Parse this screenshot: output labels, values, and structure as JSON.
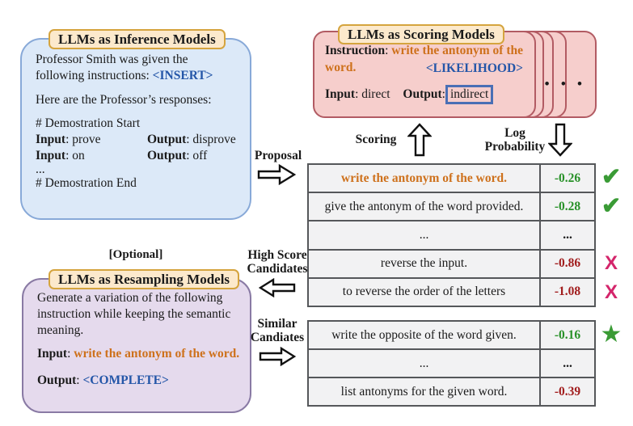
{
  "inference_box": {
    "title": "LLMs as Inference Models",
    "prompt_prefix": "Professor Smith was given the following instructions: ",
    "insert_token": "<INSERT>",
    "responses_line": "Here are the Professor’s responses:",
    "demo_start": "# Demostration Start",
    "demo_rows": [
      {
        "input_label": "Input",
        "input_value": ": prove",
        "output_label": "Output",
        "output_value": ": disprove"
      },
      {
        "input_label": "Input",
        "input_value": ": on",
        "output_label": "Output",
        "output_value": ": off"
      }
    ],
    "ellipsis": "...",
    "demo_end": "# Demostration End"
  },
  "scoring_box": {
    "title": "LLMs as Scoring Models",
    "instruction_label": "Instruction",
    "colon": ": ",
    "instruction_value_line1": "write the antonym of the",
    "instruction_value_line2": "word.",
    "likelihood_token": "<LIKELIHOOD>",
    "input_label": "Input",
    "input_value": ": direct",
    "output_label": "Output",
    "output_colon": ":",
    "output_boxed_value": "indirect",
    "stack_dots": "• • •"
  },
  "resampling_box": {
    "optional_tag": "[Optional]",
    "title": "LLMs as Resampling Models",
    "body": "Generate a variation of the following instruction while keeping the semantic meaning.",
    "input_label": "Input",
    "colon": ": ",
    "input_value": "write the antonym of the word.",
    "output_label": "Output",
    "complete_token": "<COMPLETE>"
  },
  "flow": {
    "proposal": "Proposal",
    "scoring": "Scoring",
    "log_probability_line1": "Log",
    "log_probability_line2": "Probability",
    "high_score_line1": "High Score",
    "high_score_line2": "Candidates",
    "similar_line1": "Similar",
    "similar_line2": "Candiates"
  },
  "score_table_top": {
    "rows": [
      {
        "text": "write the antonym of the word.",
        "score": "-0.26",
        "mark": "check"
      },
      {
        "text": "give the antonym of the word provided.",
        "score": "-0.28",
        "mark": "check"
      },
      {
        "text": "...",
        "score": "...",
        "mark": "none"
      },
      {
        "text": "reverse the input.",
        "score": "-0.86",
        "mark": "cross"
      },
      {
        "text": "to reverse the order of the letters",
        "score": "-1.08",
        "mark": "cross"
      }
    ]
  },
  "score_table_bottom": {
    "rows": [
      {
        "text": "write the opposite of the word given.",
        "score": "-0.16",
        "mark": "star"
      },
      {
        "text": "...",
        "score": "...",
        "mark": "none"
      },
      {
        "text": "list antonyms for the given word.",
        "score": "-0.39",
        "mark": "none"
      }
    ]
  },
  "marks": {
    "check": "✔",
    "cross": "X",
    "star": "★"
  },
  "colors": {
    "accent_orange": "#CE711C",
    "accent_blue": "#2456A8",
    "score_green": "#289128",
    "score_red": "#A11D1D",
    "mark_green": "#3A9B35",
    "mark_crimson": "#D4256B",
    "blue_fill": "#DCE9F8",
    "blue_border": "#88A9D8",
    "pink_fill": "#F6CECC",
    "pink_border": "#B25B63",
    "purple_fill": "#E5DAED",
    "purple_border": "#897AA4",
    "badge_fill": "#FCE9CC",
    "badge_border": "#D5A43E",
    "table_fill": "#F2F2F3",
    "table_border": "#55575A",
    "likelihood_box": "#4A6FB5"
  }
}
